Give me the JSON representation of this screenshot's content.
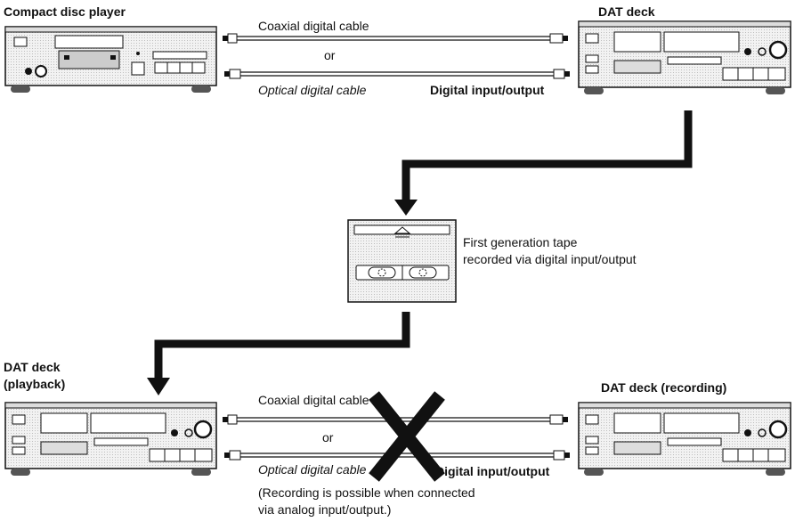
{
  "top": {
    "source_label": "Compact disc player",
    "dest_label": "DAT deck",
    "cable_coaxial": "Coaxial digital cable",
    "cable_or": "or",
    "cable_optical": "Optical digital cable",
    "digital_io": "Digital input/output"
  },
  "tape": {
    "caption_line1": "First generation tape",
    "caption_line2": "recorded via digital input/output"
  },
  "bottom": {
    "playback_label_line1": "DAT deck",
    "playback_label_line2": "(playback)",
    "recording_label": "DAT deck (recording)",
    "cable_coaxial": "Coaxial digital cable",
    "cable_or": "or",
    "cable_optical": "Optical digital cable",
    "digital_io": "Digital input/output",
    "note_line1": "(Recording is possible when connected",
    "note_line2": "via analog input/output.)"
  },
  "colors": {
    "line": "#111111",
    "device_fill": "#ececec",
    "cross": "#111111"
  }
}
